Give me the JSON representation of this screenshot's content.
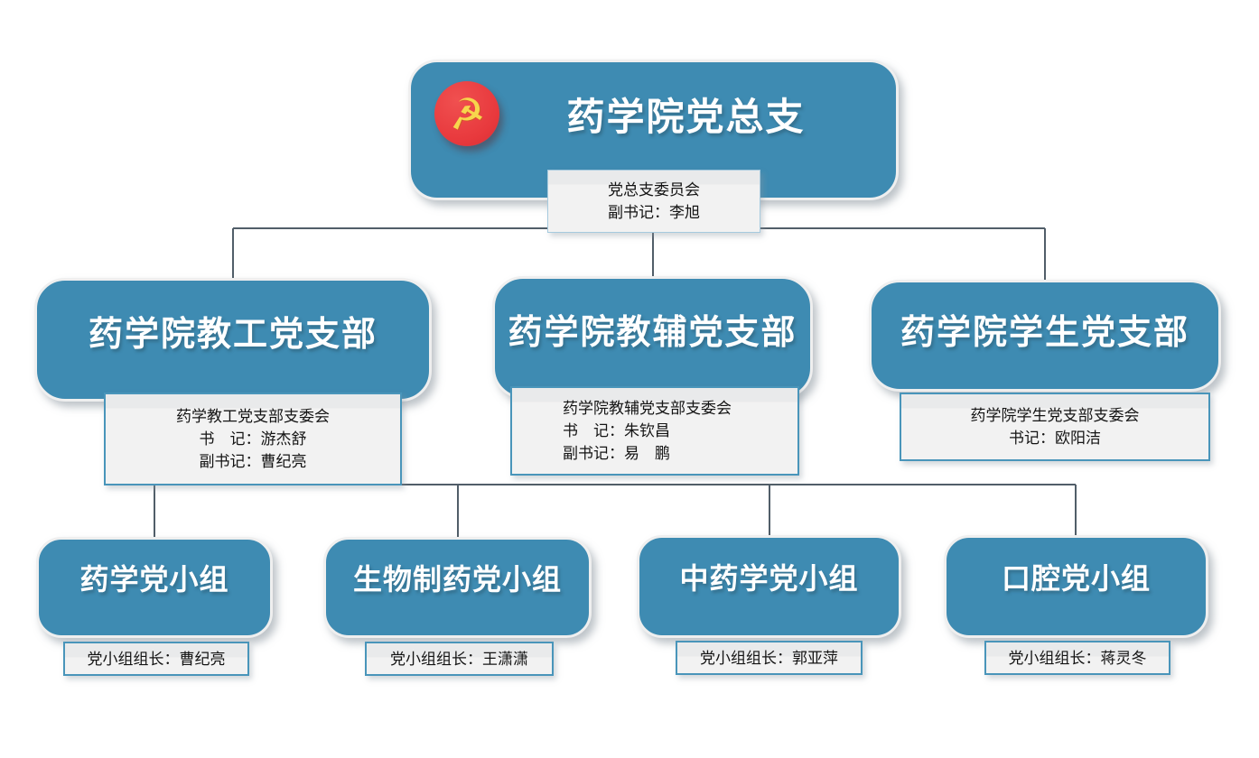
{
  "palette": {
    "page_bg": "#ffffff",
    "node_fill": "#3e8bb2",
    "node_text": "#ffffff",
    "node_edge": "#efefef",
    "connector": "#515e69",
    "label_fill": "#f2f2f2",
    "label_band": "#e9eaeb",
    "label_border": "#4995ba",
    "label_border_light": "#a5cade",
    "label_text": "#141414",
    "emblem_red": "#e8393d",
    "emblem_yellow": "#f7d64c"
  },
  "icons": {
    "party_emblem": "☭"
  },
  "org_chart": {
    "root": {
      "title": "药学院党总支",
      "committee": [
        "党总支委员会",
        "副书记：李旭"
      ]
    },
    "branches": [
      {
        "title": "药学院教工党支部",
        "committee": [
          "药学教工党支部支委会",
          "书　记：游杰舒",
          "副书记：曹纪亮"
        ]
      },
      {
        "title": "药学院教辅党支部",
        "committee": [
          "药学院教辅党支部支委会",
          "书　记：朱钦昌",
          "副书记：易　鹏"
        ]
      },
      {
        "title": "药学院学生党支部",
        "committee": [
          "药学院学生党支部支委会",
          "书记：欧阳洁"
        ]
      }
    ],
    "groups": [
      {
        "title": "药学党小组",
        "leader": "党小组组长：曹纪亮"
      },
      {
        "title": "生物制药党小组",
        "leader": "党小组组长：王潇潇"
      },
      {
        "title": "中药学党小组",
        "leader": "党小组组长：郭亚萍"
      },
      {
        "title": "口腔党小组",
        "leader": "党小组组长：蒋灵冬"
      }
    ]
  }
}
